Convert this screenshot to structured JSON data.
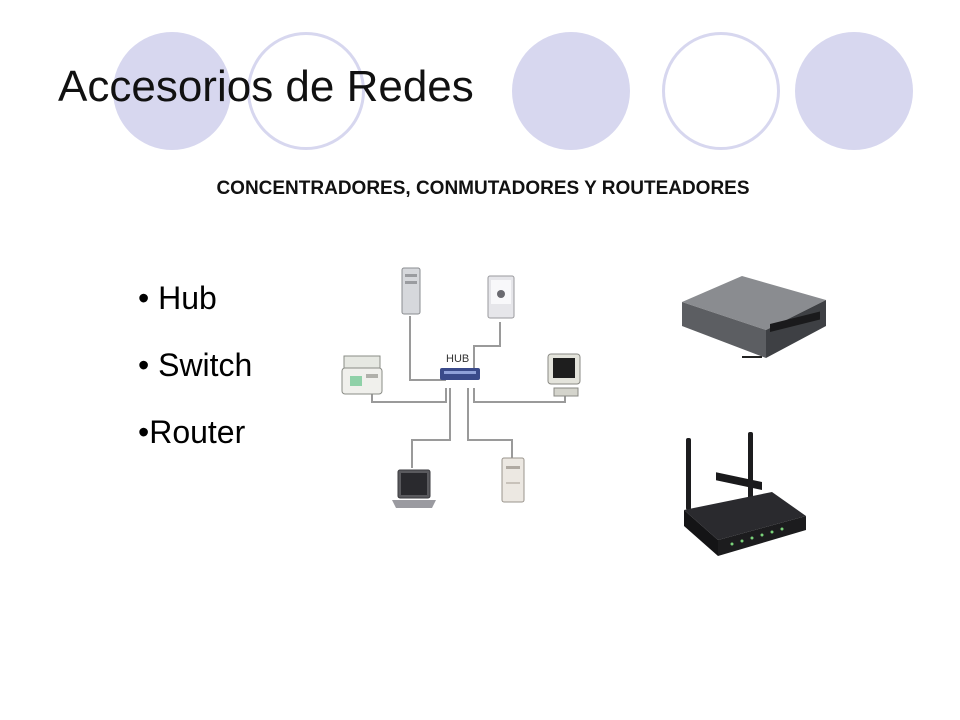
{
  "slide": {
    "title": "Accesorios de Redes",
    "subtitle": "CONCENTRADORES, CONMUTADORES Y ROUTEADORES",
    "bullets": [
      "• Hub",
      "• Switch",
      "•Router"
    ],
    "diagram": {
      "hub_label": "HUB"
    },
    "colors": {
      "circle_fill": "#d7d7ef",
      "text": "#111111"
    }
  }
}
